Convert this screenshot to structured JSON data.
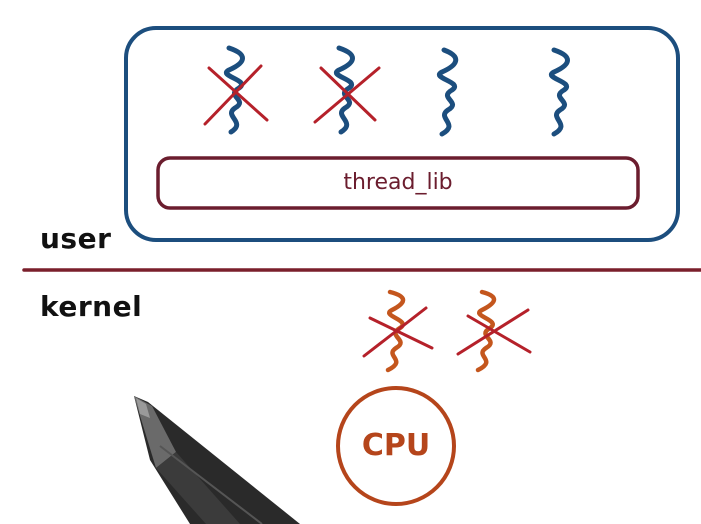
{
  "diagram": {
    "labels": {
      "user": "user",
      "kernel": "kernel",
      "library": "thread_lib",
      "processor": "CPU"
    },
    "user_threads": [
      {
        "crossed": true
      },
      {
        "crossed": true
      },
      {
        "crossed": false
      },
      {
        "crossed": false
      }
    ],
    "kernel_threads": [
      {
        "crossed": true
      },
      {
        "crossed": true
      }
    ],
    "colors": {
      "user_space_border": "#1c4e7e",
      "user_thread": "#1c4e7e",
      "library_border": "#6b1d2e",
      "divider": "#7a1f2b",
      "cross_mark": "#b5212a",
      "kernel_thread": "#c4561d",
      "cpu": "#b5451b",
      "label_text": "#111111"
    }
  }
}
